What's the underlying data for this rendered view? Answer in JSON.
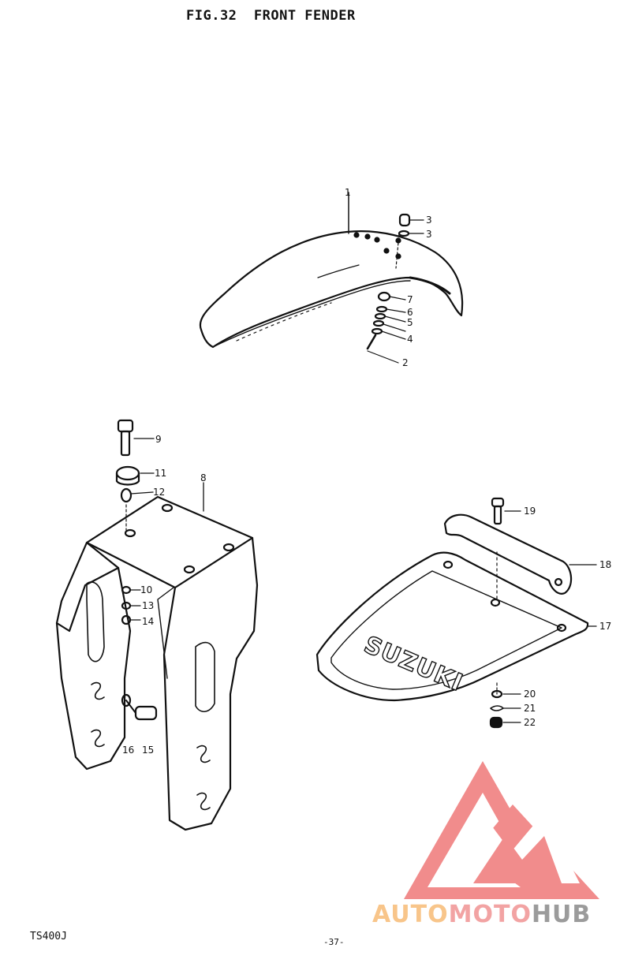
{
  "figure": {
    "title": "FIG.32  FRONT FENDER"
  },
  "callouts": {
    "c1": "1",
    "c2": "2",
    "c3a": "3",
    "c3b": "3",
    "c4": "4",
    "c5": "5",
    "c6": "6",
    "c7": "7",
    "c8": "8",
    "c9": "9",
    "c10": "10",
    "c11": "11",
    "c12": "12",
    "c13": "13",
    "c14": "14",
    "c15": "15",
    "c16": "16",
    "c17": "17",
    "c18": "18",
    "c19": "19",
    "c20": "20",
    "c21": "21",
    "c22": "22"
  },
  "decal_text": "SUZUKI",
  "footer": {
    "model": "TS400J",
    "page": "-37-"
  },
  "watermark": {
    "part1": "AUTO",
    "part2": "MOTO",
    "part3": "HUB",
    "colors": {
      "triangle": "#f08080",
      "auto": "#f8c58a",
      "moto": "#f2a3a3",
      "hub": "#9b9b9b"
    }
  }
}
